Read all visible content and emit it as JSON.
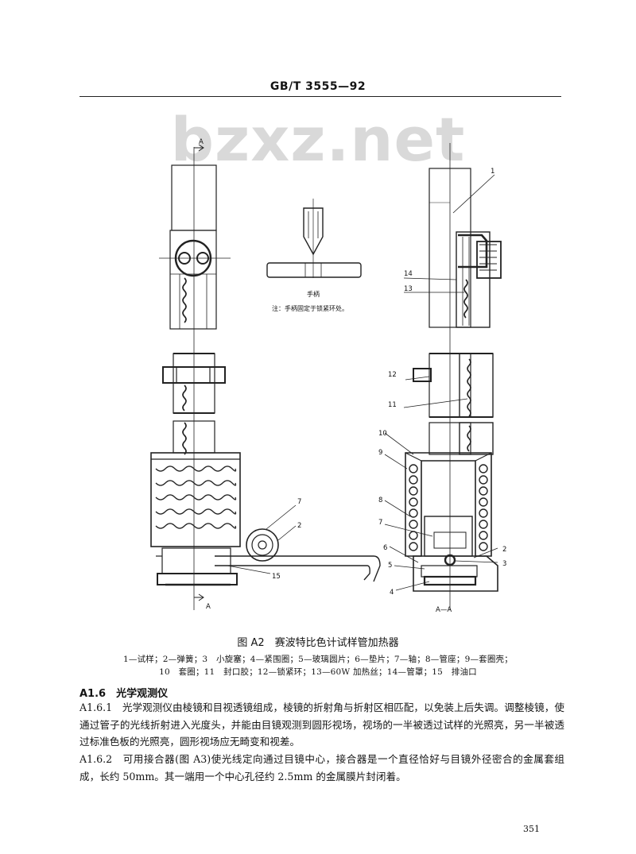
{
  "header": {
    "standard_code": "GB/T 3555—92",
    "watermark": "bzxz.net"
  },
  "figure": {
    "section_mark_left_top": "A",
    "section_mark_left_bottom": "A",
    "section_view_label": "A—A",
    "handle_label": "手柄",
    "handle_note": "注：手柄固定于锁紧环处。",
    "left_callouts": [
      "7",
      "2",
      "15"
    ],
    "right_callouts": [
      "1",
      "14",
      "13",
      "12",
      "11",
      "10",
      "9",
      "8",
      "7",
      "6",
      "5",
      "4",
      "2",
      "3"
    ],
    "caption_title": "图 A2　赛波特比色计试样管加热器",
    "caption_lines": [
      "1—试样；2—弹簧；3　小旋塞；4—紧围圈；5—玻璃圆片；6—垫片；7—轴；8—管座；9—套圈壳；",
      "10　套圈；11　封口胶；12—锁紧环；13—60W 加热丝；14—管罩；15　排油口"
    ]
  },
  "section": {
    "heading": "A1.6　光学观测仪",
    "paragraphs": [
      "A1.6.1　光学观测仪由棱镜和目视透镜组成，棱镜的折射角与折射区相匹配，以免装上后失调。调整棱镜，使通过管子的光线折射进入光度头，并能由目镜观测到圆形视场，视场的一半被透过试样的光照亮，另一半被透过标准色板的光照亮，圆形视场应无畸变和视差。",
      "A1.6.2　可用接合器(图 A3)使光线定向通过目镜中心，接合器是一个直径恰好与目镜外径密合的金属套组成，长约 50mm。其一端用一个中心孔径约 2.5mm 的金属膜片封闭着。"
    ]
  },
  "footer": {
    "page_number": "351"
  }
}
